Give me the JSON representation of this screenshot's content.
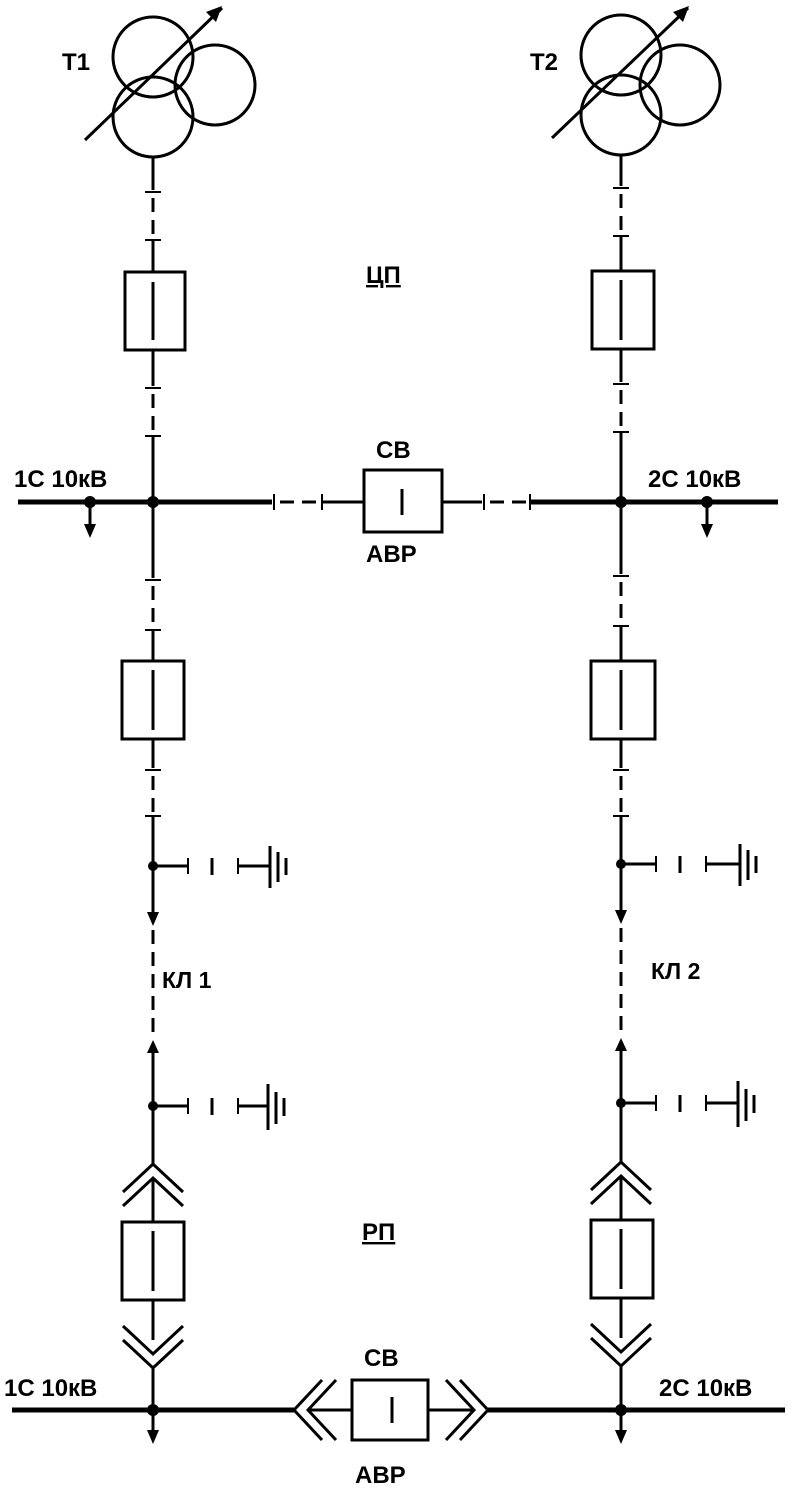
{
  "labels": {
    "t1": "Т1",
    "t2": "Т2",
    "cp": "ЦП",
    "rp": "РП",
    "sv_top": "СВ",
    "avr_top": "АВР",
    "sv_bottom": "СВ",
    "avr_bottom": "АВР",
    "bus1_top": "1С 10кВ",
    "bus2_top": "2С 10кВ",
    "bus1_bottom": "1С 10кВ",
    "bus2_bottom": "2С 10кВ",
    "kl1": "КЛ 1",
    "kl2": "КЛ 2"
  },
  "icons": {
    "transformer": "three-winding-transformer-with-regulation-icon",
    "breaker": "circuit-breaker-icon",
    "disconnector": "disconnector-icon",
    "ground": "grounding-icon",
    "plug": "withdrawable-contact-icon",
    "arrow": "outgoing-feeder-arrow-icon"
  },
  "colors": {
    "line": "#000000",
    "background": "#ffffff"
  }
}
